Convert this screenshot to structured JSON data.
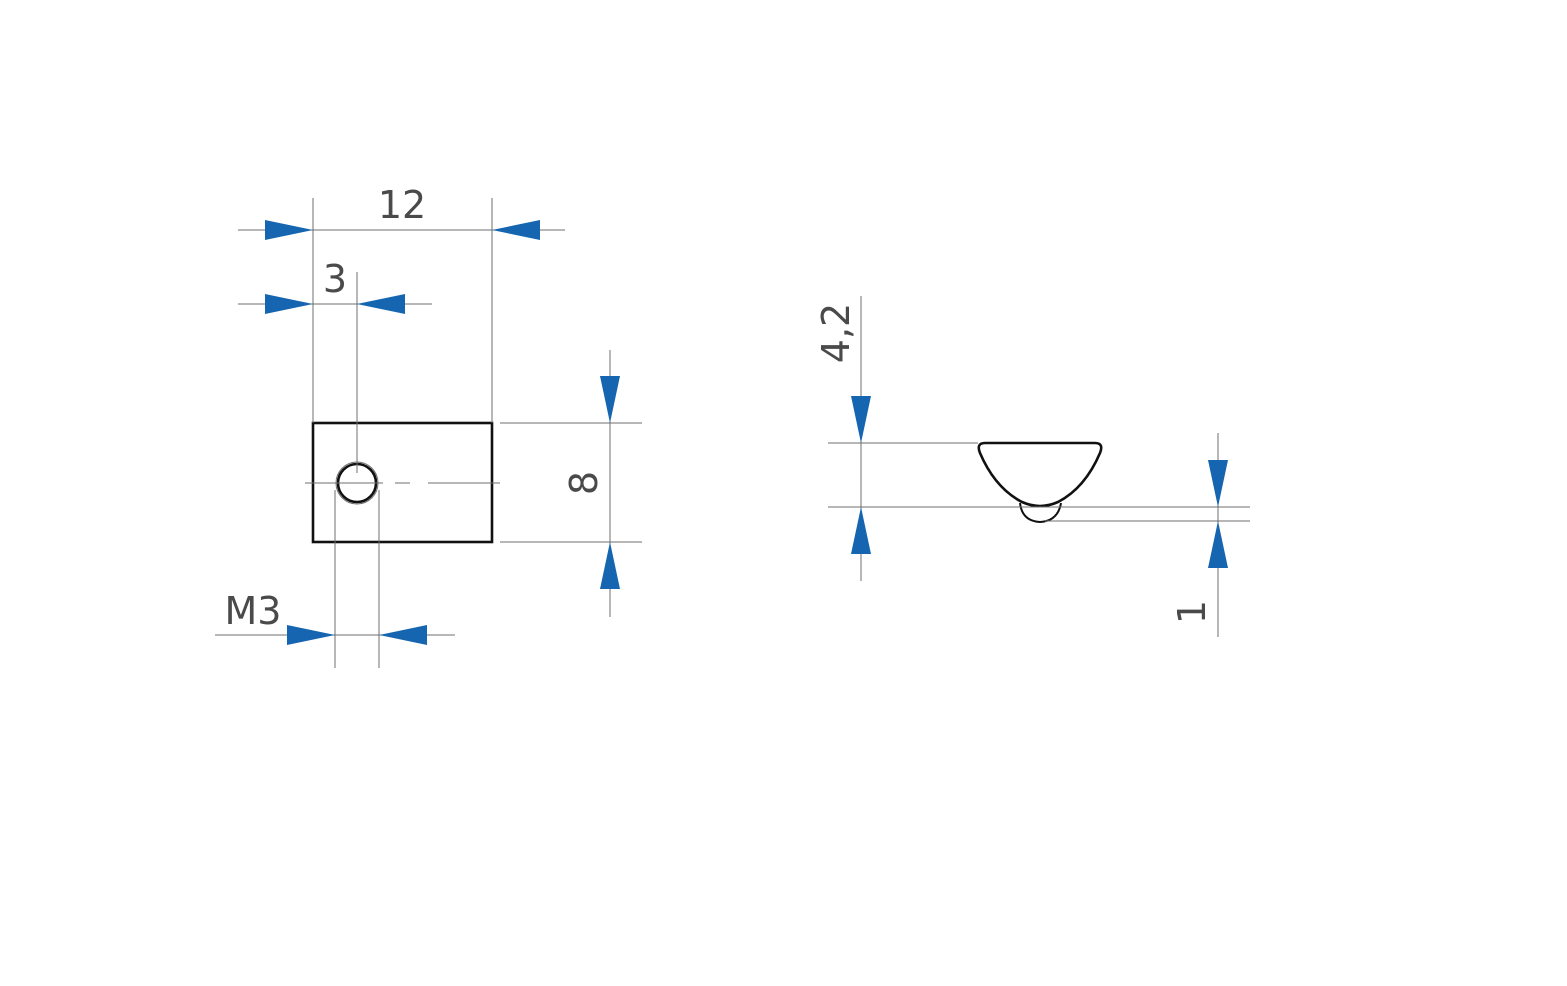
{
  "colors": {
    "arrow": "#1565b0",
    "outline": "#111111",
    "dimension_line": "#6f6f6f",
    "text": "#4a4a4a"
  },
  "front_view": {
    "width_label": "12",
    "hole_offset_label": "3",
    "height_label": "8",
    "thread_label": "M3"
  },
  "side_view": {
    "height_label": "4,2",
    "lip_label": "1"
  }
}
